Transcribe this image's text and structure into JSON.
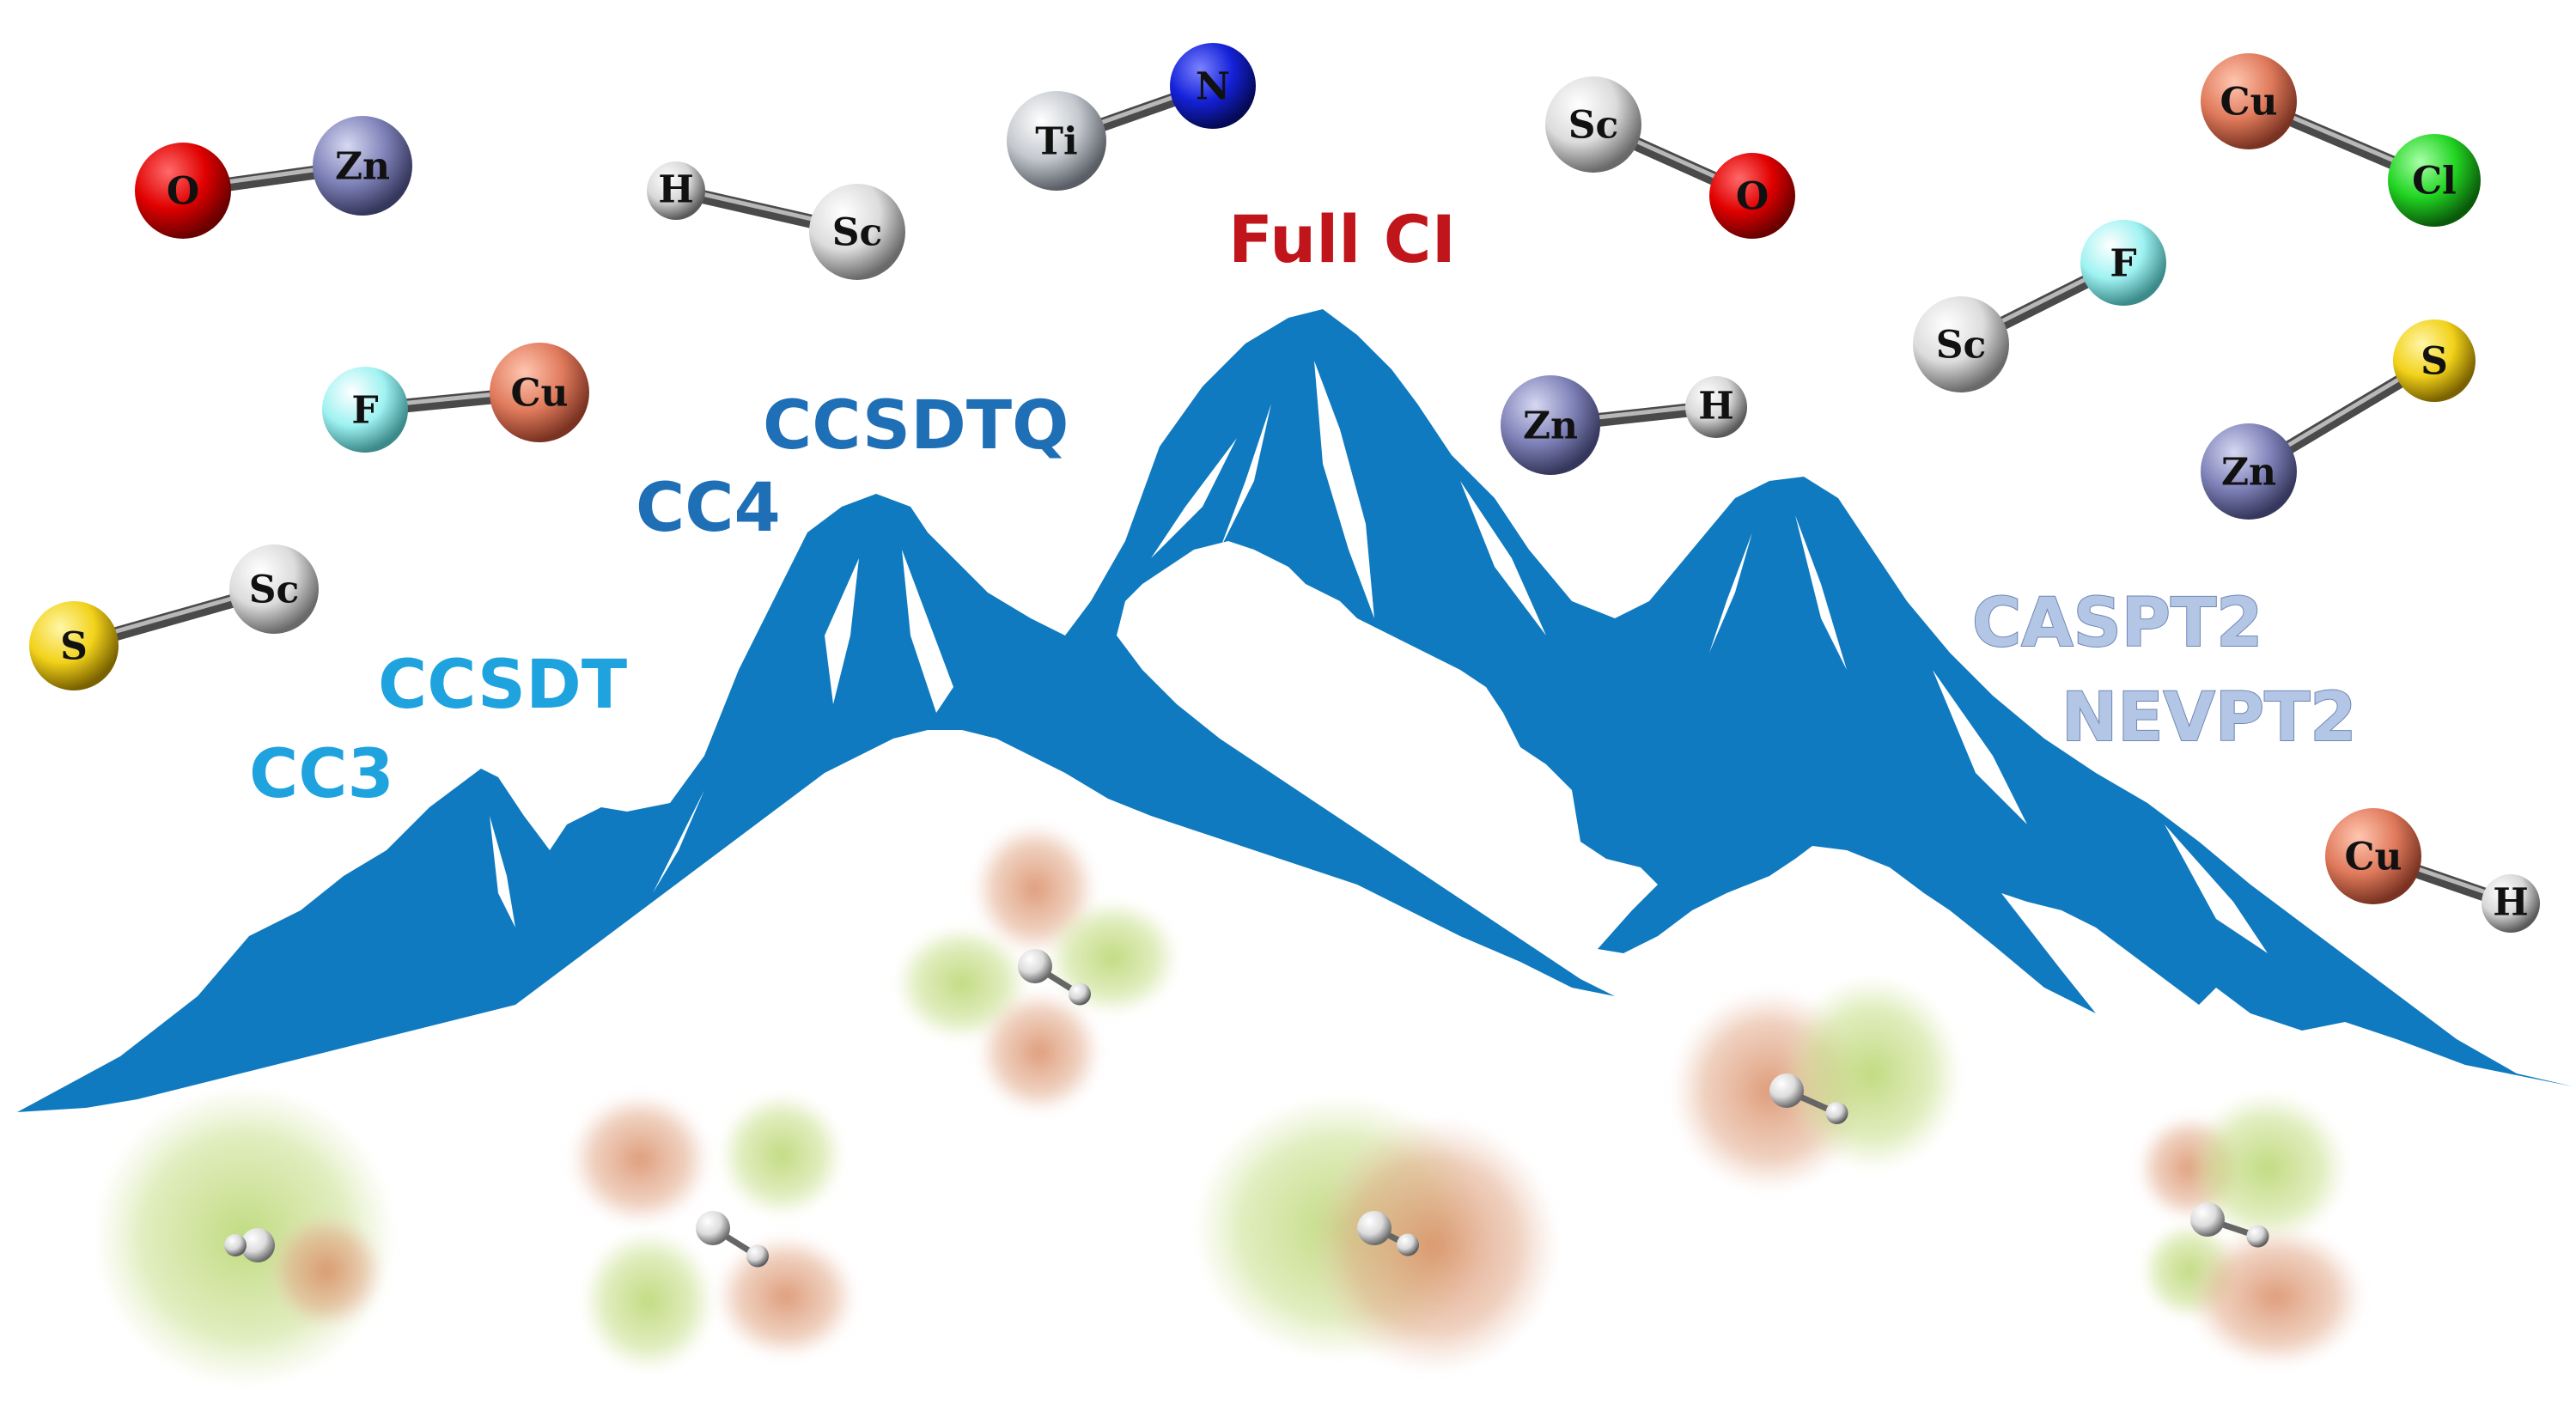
{
  "methods": {
    "full_ci": {
      "label": "Full CI",
      "color": "#c0161b"
    },
    "ccsdtq": {
      "label": "CCSDTQ",
      "color": "#1f6fb7"
    },
    "cc4": {
      "label": "CC4",
      "color": "#1f6fb7"
    },
    "ccsdt": {
      "label": "CCSDT",
      "color": "#1fa3df"
    },
    "cc3": {
      "label": "CC3",
      "color": "#1fa3df"
    },
    "caspt2": {
      "label": "CASPT2",
      "color": "#b3c6e6"
    },
    "nevpt2": {
      "label": "NEVPT2",
      "color": "#b3c6e6"
    }
  },
  "molecules": [
    {
      "id": "ozn",
      "atoms": [
        "O",
        "Zn"
      ]
    },
    {
      "id": "hsc",
      "atoms": [
        "H",
        "Sc"
      ]
    },
    {
      "id": "tin",
      "atoms": [
        "Ti",
        "N"
      ]
    },
    {
      "id": "sco",
      "atoms": [
        "Sc",
        "O"
      ]
    },
    {
      "id": "cucl",
      "atoms": [
        "Cu",
        "Cl"
      ]
    },
    {
      "id": "fcu",
      "atoms": [
        "F",
        "Cu"
      ]
    },
    {
      "id": "znh",
      "atoms": [
        "Zn",
        "H"
      ]
    },
    {
      "id": "scf",
      "atoms": [
        "Sc",
        "F"
      ]
    },
    {
      "id": "zns",
      "atoms": [
        "Zn",
        "S"
      ]
    },
    {
      "id": "ssc",
      "atoms": [
        "S",
        "Sc"
      ]
    },
    {
      "id": "cuh",
      "atoms": [
        "Cu",
        "H"
      ]
    }
  ],
  "element_colors": {
    "O": "#e00000",
    "Zn": "#7f82b8",
    "H": "#e8e8e8",
    "Sc": "#e2e2e2",
    "Ti": "#c8cbd0",
    "N": "#1421d8",
    "Cu": "#e07a5c",
    "Cl": "#22d422",
    "F": "#9ff2f2",
    "S": "#f2d21a"
  },
  "orbital_colors": {
    "green": "#b5d46a",
    "red": "#d9906a"
  },
  "mountain_color": "#0f7ac0"
}
